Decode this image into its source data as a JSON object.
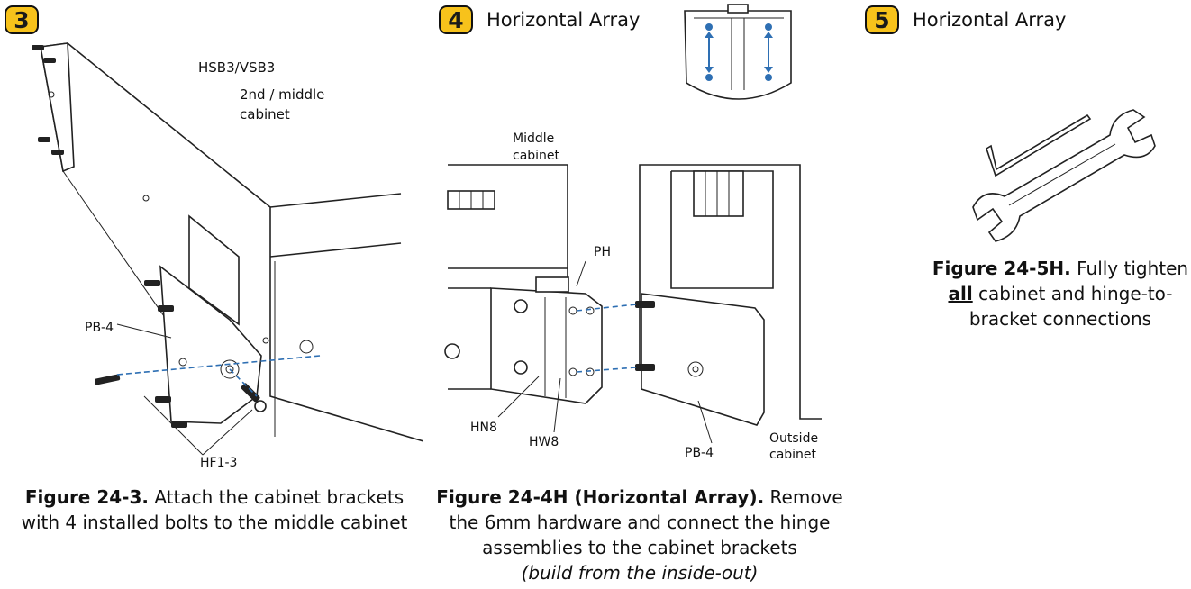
{
  "steps": [
    {
      "number": "3",
      "title": ""
    },
    {
      "number": "4",
      "title": "Horizontal Array"
    },
    {
      "number": "5",
      "title": "Horizontal Array"
    }
  ],
  "figure3": {
    "labels": {
      "model": "HSB3/VSB3",
      "cabinet_line1": "2nd / middle",
      "cabinet_line2": "cabinet",
      "bracket": "PB-4",
      "bolts": "HF1-3"
    },
    "caption_title": "Figure 24-3.",
    "caption_text_1": "Attach the cabinet brackets",
    "caption_text_2": "with 4 installed bolts to the middle cabinet"
  },
  "figure4": {
    "labels": {
      "middle_line1": "Middle",
      "middle_line2": "cabinet",
      "hinge": "PH",
      "nut": "HN8",
      "washer": "HW8",
      "bracket": "PB-4",
      "outside_line1": "Outside",
      "outside_line2": "cabinet"
    },
    "caption_title": "Figure 24-4H (Horizontal Array).",
    "caption_text_1": "Remove",
    "caption_text_2": "the 6mm hardware and connect the hinge",
    "caption_text_3": "assemblies to the cabinet brackets",
    "caption_note": "(build from the inside-out)"
  },
  "figure5": {
    "caption_title": "Figure 24-5H.",
    "caption_text_1": "Fully tighten",
    "caption_emphasis": "all",
    "caption_text_2": "cabinet and hinge-to-",
    "caption_text_3": "bracket connections"
  },
  "colors": {
    "badge": "#f7c21b",
    "arrow": "#2e6fb3"
  }
}
